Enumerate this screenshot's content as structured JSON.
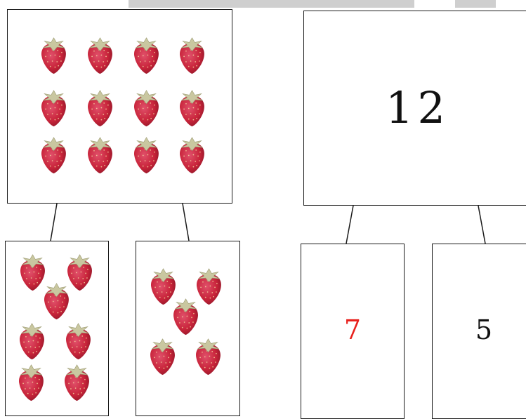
{
  "colors": {
    "box_border": "#1a1a1a",
    "top_bar": "#cfcfcf",
    "part_highlight": "#e8201c",
    "strawberry_red": "#c8243a",
    "strawberry_leaf": "#c9c7a0"
  },
  "picture_model": {
    "whole_count": 12,
    "left_part_count": 7,
    "right_part_count": 5,
    "icon": "strawberry-icon"
  },
  "number_model": {
    "whole": "12",
    "left_part": "7",
    "right_part": "5"
  }
}
